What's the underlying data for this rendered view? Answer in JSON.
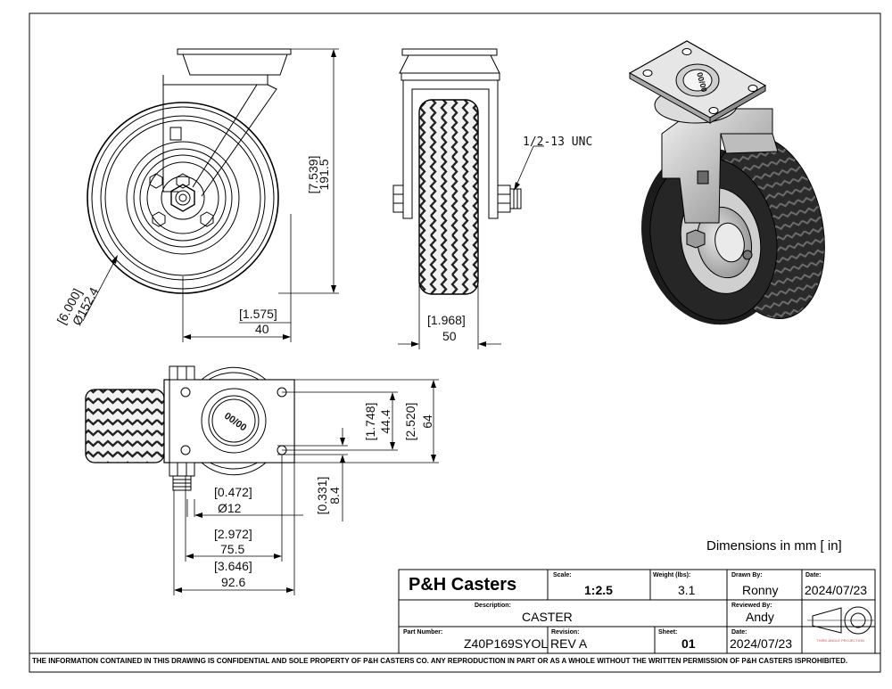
{
  "drawing": {
    "units_note": "Dimensions in mm [ in]",
    "confidential_note": "THE INFORMATION CONTAINED IN THIS DRAWING IS CONFIDENTIAL AND SOLE PROPERTY OF P&H CASTERS CO.  ANY REPRODUCTION IN PART OR AS A WHOLE WITHOUT THE WRITTEN PERMISSION OF P&H CASTERS ISPROHIBITED.",
    "thread_callout": "1/2-13 UNC",
    "plate_marking": "00/00"
  },
  "dimensions": {
    "overall_height_in": "[7.539]",
    "overall_height_mm": "191.5",
    "wheel_dia_in": "[6.000]",
    "wheel_dia_mm": "Ø152.4",
    "offset_in": "[1.575]",
    "offset_mm": "40",
    "wheel_width_in": "[1.968]",
    "wheel_width_mm": "50",
    "bolt_spacing_in": "[1.748]",
    "bolt_spacing_mm": "44.4",
    "plate_width_in": "[2.520]",
    "plate_width_mm": "64",
    "axle_dia_in": "[0.472]",
    "axle_dia_mm": "Ø12",
    "hole_dia_in": "[0.331]",
    "hole_dia_mm": "8.4",
    "bolt_length_in": "[2.972]",
    "bolt_length_mm": "75.5",
    "plate_length_in": "[3.646]",
    "plate_length_mm": "92.6"
  },
  "title_block": {
    "company": "P&H Casters",
    "scale_label": "Scale:",
    "scale": "1:2.5",
    "weight_label": "Weight (lbs):",
    "weight": "3.1",
    "drawn_by_label": "Drawn By:",
    "drawn_by": "Ronny",
    "date_label": "Date:",
    "drawn_date": "2024/07/23",
    "description_label": "Description:",
    "description": "CASTER",
    "reviewed_by_label": "Reviewed By:",
    "reviewed_by": "Andy",
    "part_number_label": "Part Number:",
    "part_number": "Z40P169SYOL",
    "revision_label": "Revision:",
    "revision": "REV A",
    "sheet_label": "Sheet:",
    "sheet": "01",
    "date2_label": "Date:",
    "reviewed_date": "2024/07/23",
    "projection_text": "THIRD ANGLE PROJECTION"
  },
  "colors": {
    "line": "#000000",
    "tire_dark": "#262626",
    "metal_light": "#d9d9d9",
    "metal_mid": "#a8a8a8"
  }
}
